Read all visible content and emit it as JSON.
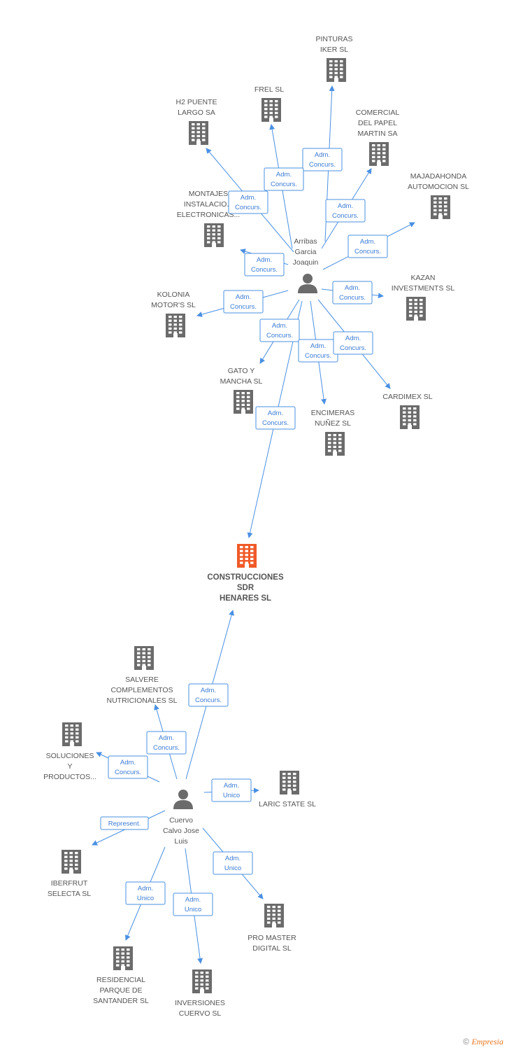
{
  "colors": {
    "edge": "#4a90e2",
    "company": "#6b6b6b",
    "focus_company": "#f05a28",
    "person": "#6b6b6b"
  },
  "focus": {
    "id": "construcciones",
    "label_lines": [
      "CONSTRUCCIONES",
      "SDR",
      "HENARES SL"
    ]
  },
  "persons": [
    {
      "id": "arribas",
      "label_lines": [
        "Arribas",
        "Garcia",
        "Joaquin"
      ]
    },
    {
      "id": "cuervo",
      "label_lines": [
        "Cuervo",
        "Calvo Jose",
        "Luis"
      ]
    }
  ],
  "companies": [
    {
      "id": "pinturas",
      "label_lines": [
        "PINTURAS",
        "IKER SL"
      ]
    },
    {
      "id": "frel",
      "label_lines": [
        "FREL SL"
      ]
    },
    {
      "id": "h2puente",
      "label_lines": [
        "H2 PUENTE",
        "LARGO SA"
      ]
    },
    {
      "id": "comercial",
      "label_lines": [
        "COMERCIAL",
        "DEL PAPEL",
        "MARTIN SA"
      ]
    },
    {
      "id": "majadahonda",
      "label_lines": [
        "MAJADAHONDA",
        "AUTOMOCION SL"
      ]
    },
    {
      "id": "montajes",
      "label_lines": [
        "MONTAJES",
        "INSTALACIO...",
        "ELECTRONICAS..."
      ]
    },
    {
      "id": "kazan",
      "label_lines": [
        "KAZAN",
        "INVESTMENTS SL"
      ]
    },
    {
      "id": "kolonia",
      "label_lines": [
        "KOLONIA",
        "MOTOR'S SL"
      ]
    },
    {
      "id": "gato",
      "label_lines": [
        "GATO Y",
        "MANCHA SL"
      ]
    },
    {
      "id": "cardimex",
      "label_lines": [
        "CARDIMEX SL"
      ]
    },
    {
      "id": "encimeras",
      "label_lines": [
        "ENCIMERAS",
        "NUÑEZ SL"
      ]
    },
    {
      "id": "salvere",
      "label_lines": [
        "SALVERE",
        "COMPLEMENTOS",
        "NUTRICIONALES SL"
      ]
    },
    {
      "id": "soluciones",
      "label_lines": [
        "SOLUCIONES",
        "Y",
        "PRODUCTOS..."
      ]
    },
    {
      "id": "laric",
      "label_lines": [
        "LARIC STATE SL"
      ]
    },
    {
      "id": "iberfrut",
      "label_lines": [
        "IBERFRUT",
        "SELECTA SL"
      ]
    },
    {
      "id": "promaster",
      "label_lines": [
        "PRO MASTER",
        "DIGITAL SL"
      ]
    },
    {
      "id": "residencial",
      "label_lines": [
        "RESIDENCIAL",
        "PARQUE DE",
        "SANTANDER SL"
      ]
    },
    {
      "id": "inversiones",
      "label_lines": [
        "INVERSIONES",
        "CUERVO SL"
      ]
    }
  ],
  "relations": [
    {
      "from": "arribas",
      "to": "pinturas",
      "label_lines": [
        "Adm.",
        "Concurs."
      ]
    },
    {
      "from": "arribas",
      "to": "frel",
      "label_lines": [
        "Adm.",
        "Concurs."
      ]
    },
    {
      "from": "arribas",
      "to": "h2puente",
      "label_lines": [
        "Adm.",
        "Concurs."
      ]
    },
    {
      "from": "arribas",
      "to": "comercial",
      "label_lines": [
        "Adm.",
        "Concurs."
      ]
    },
    {
      "from": "arribas",
      "to": "majadahonda",
      "label_lines": [
        "Adm.",
        "Concurs."
      ]
    },
    {
      "from": "arribas",
      "to": "montajes",
      "label_lines": [
        "Adm.",
        "Concurs."
      ]
    },
    {
      "from": "arribas",
      "to": "kazan",
      "label_lines": [
        "Adm.",
        "Concurs."
      ]
    },
    {
      "from": "arribas",
      "to": "kolonia",
      "label_lines": [
        "Adm.",
        "Concurs."
      ]
    },
    {
      "from": "arribas",
      "to": "gato",
      "label_lines": [
        "Adm.",
        "Concurs."
      ]
    },
    {
      "from": "arribas",
      "to": "encimeras",
      "label_lines": [
        "Adm.",
        "Concurs."
      ]
    },
    {
      "from": "arribas",
      "to": "cardimex",
      "label_lines": [
        "Adm.",
        "Concurs."
      ]
    },
    {
      "from": "arribas",
      "to": "construcciones",
      "label_lines": [
        "Adm.",
        "Concurs."
      ]
    },
    {
      "from": "cuervo",
      "to": "construcciones",
      "label_lines": [
        "Adm.",
        "Concurs."
      ]
    },
    {
      "from": "cuervo",
      "to": "salvere",
      "label_lines": [
        "Adm.",
        "Concurs."
      ]
    },
    {
      "from": "cuervo",
      "to": "soluciones",
      "label_lines": [
        "Adm.",
        "Concurs."
      ]
    },
    {
      "from": "cuervo",
      "to": "laric",
      "label_lines": [
        "Adm.",
        "Unico"
      ]
    },
    {
      "from": "cuervo",
      "to": "iberfrut",
      "label_lines": [
        "Represent."
      ]
    },
    {
      "from": "cuervo",
      "to": "promaster",
      "label_lines": [
        "Adm.",
        "Unico"
      ]
    },
    {
      "from": "cuervo",
      "to": "residencial",
      "label_lines": [
        "Adm.",
        "Unico"
      ]
    },
    {
      "from": "cuervo",
      "to": "inversiones",
      "label_lines": [
        "Adm.",
        "Unico"
      ]
    }
  ],
  "footer": {
    "copyright": "©",
    "brand": "Empresia"
  }
}
